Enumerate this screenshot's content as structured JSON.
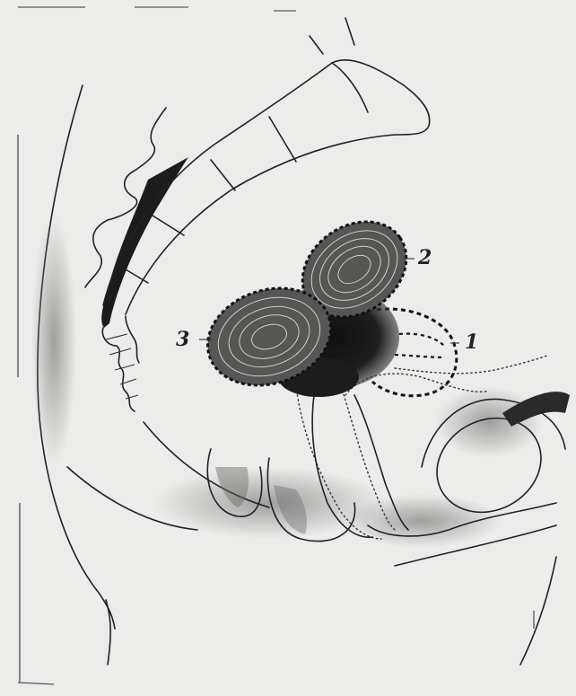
{
  "figure": {
    "labels": {
      "one": "1",
      "two": "2",
      "three": "3"
    }
  },
  "colors": {
    "paper": "#ececea",
    "ink": "#222222",
    "shade": "#9a9a98",
    "dark_mass": "#1a1a1a"
  }
}
